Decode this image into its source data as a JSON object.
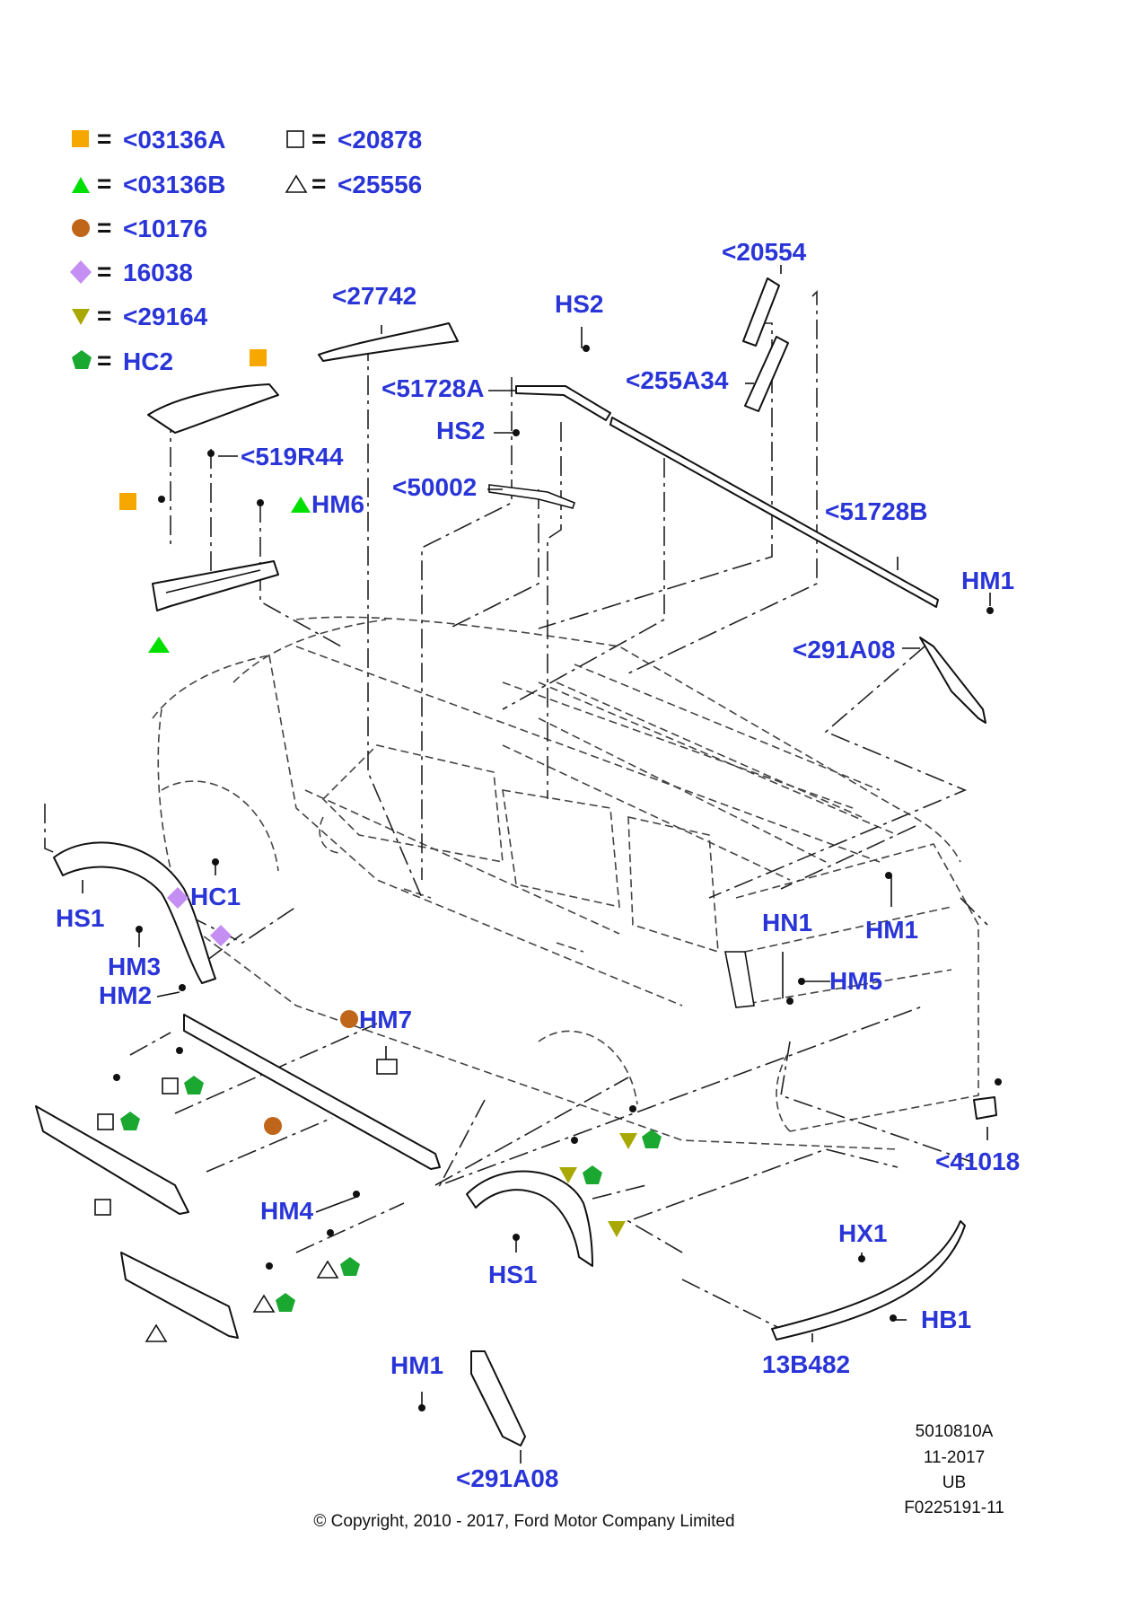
{
  "legend": [
    {
      "symbol": "orange-square",
      "color": "#f7a800",
      "equals": "=",
      "ref": "<03136A"
    },
    {
      "symbol": "green-triangle",
      "color": "#00e000",
      "equals": "=",
      "ref": "<03136B"
    },
    {
      "symbol": "brown-circle",
      "color": "#c0661a",
      "equals": "=",
      "ref": "<10176"
    },
    {
      "symbol": "violet-diamond",
      "color": "#c48ef2",
      "equals": "=",
      "ref": "16038"
    },
    {
      "symbol": "olive-down-triangle",
      "color": "#a8a800",
      "equals": "=",
      "ref": "<29164"
    },
    {
      "symbol": "green-pentagon",
      "color": "#1aa830",
      "equals": "=",
      "ref": "HC2"
    },
    {
      "symbol": "hollow-square",
      "color": "#111111",
      "equals": "=",
      "ref": "<20878"
    },
    {
      "symbol": "hollow-triangle",
      "color": "#111111",
      "equals": "=",
      "ref": "<25556"
    }
  ],
  "callouts": {
    "p20554": "<20554",
    "p27742": "<27742",
    "hs2_top": "HS2",
    "p51728a": "<51728A",
    "p255a34": "<255A34",
    "hs2_mid": "HS2",
    "p519r44": "<519R44",
    "p50002": "<50002",
    "hm6": "HM6",
    "p51728b": "<51728B",
    "hm1_right": "HM1",
    "p291a08_right": "<291A08",
    "hc1": "HC1",
    "hs1_left": "HS1",
    "hm3": "HM3",
    "hm2": "HM2",
    "hn1": "HN1",
    "hm1_rear": "HM1",
    "hm5": "HM5",
    "hm7": "HM7",
    "p41018": "<41018",
    "hm4": "HM4",
    "hs1_rear": "HS1",
    "hx1": "HX1",
    "hb1": "HB1",
    "p13b482": "13B482",
    "hm1_bottom": "HM1",
    "p291a08_bottom": "<291A08"
  },
  "footer": {
    "drawing_number": "5010810A",
    "date": "11-2017",
    "region": "UB",
    "figure_id": "F0225191-11",
    "copyright": "© Copyright, 2010 - 2017, Ford Motor Company Limited"
  },
  "colors": {
    "callout_text": "#2a35d8",
    "line": "#111111"
  }
}
